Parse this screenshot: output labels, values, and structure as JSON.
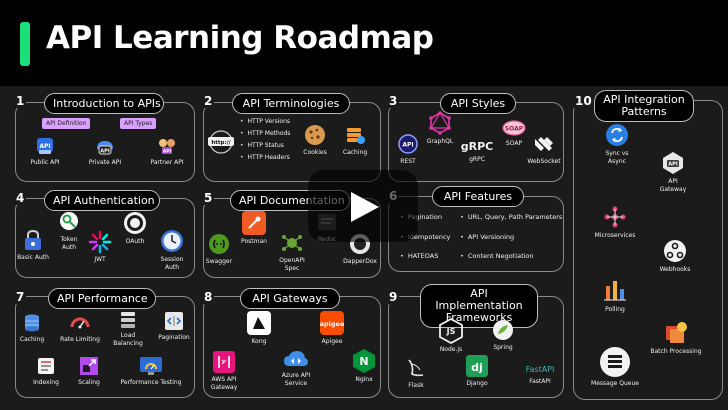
{
  "header": {
    "title": "API Learning Roadmap"
  },
  "sections": {
    "s1": {
      "num": "1",
      "title": "Introduction to APIs",
      "tags": [
        "API Definition",
        "API Types"
      ],
      "items": [
        "Public API",
        "Private API",
        "Partner API"
      ],
      "icon_texts": [
        "API",
        "API",
        "API"
      ]
    },
    "s2": {
      "num": "2",
      "title": "API Terminologies",
      "bullets": [
        "HTTP Versions",
        "HTTP Methods",
        "HTTP Status",
        "HTTP Headers"
      ],
      "items": [
        "Cookies",
        "Caching"
      ],
      "icon_text": "http://"
    },
    "s3": {
      "num": "3",
      "title": "API Styles",
      "items": [
        "REST",
        "GraphQL",
        "gRPC",
        "SOAP",
        "WebSocket"
      ],
      "icon_texts": {
        "rest": "API",
        "grpc": "gRPC",
        "soap": "SOAP"
      }
    },
    "s4": {
      "num": "4",
      "title": "API Authentication",
      "items": [
        "Basic Auth",
        "Token Auth",
        "JWT",
        "OAuth",
        "Session Auth"
      ]
    },
    "s5": {
      "num": "5",
      "title": "API Documentation",
      "items": [
        "Swagger",
        "Postman",
        "OpenAPI Spec",
        "Redoc",
        "DapperDox"
      ]
    },
    "s6": {
      "num": "6",
      "title": "API Features",
      "bullets_left": [
        "Pagination",
        "Idempotency",
        "HATEOAS"
      ],
      "bullets_right": [
        "URL, Query, Path Parameters",
        "API Versioning",
        "Content Negotiation"
      ]
    },
    "s7": {
      "num": "7",
      "title": "API Performance",
      "items": [
        "Caching",
        "Rate Limiting",
        "Load Balancing",
        "Pagination",
        "Indexing",
        "Scaling",
        "Performance Testing"
      ]
    },
    "s8": {
      "num": "8",
      "title": "API Gateways",
      "items": [
        "Kong",
        "Apigee",
        "AWS API Gateway",
        "Azure API Service",
        "Nginx"
      ],
      "icon_texts": {
        "apigee": "apigee",
        "nginx": "N"
      }
    },
    "s9": {
      "num": "9",
      "title": "API Implementation Frameworks",
      "items": [
        "Node.js",
        "Spring",
        "Flask",
        "Django",
        "FastAPI"
      ],
      "icon_texts": {
        "node": "JS",
        "django": "dj",
        "fastapi": "FastAPI"
      }
    },
    "s10": {
      "num": "10",
      "title": "API Integration Patterns",
      "items": [
        "Sync vs Async",
        "API Gateway",
        "Microservices",
        "Webhooks",
        "Polling",
        "Batch Processing",
        "Message Queue"
      ],
      "icon_texts": {
        "gateway": "API"
      }
    }
  },
  "colors": {
    "accent": "#19e07a",
    "tag": "#d9a0ff",
    "background": "#1b1b1b"
  },
  "overlay": {
    "icon": "play-icon"
  }
}
